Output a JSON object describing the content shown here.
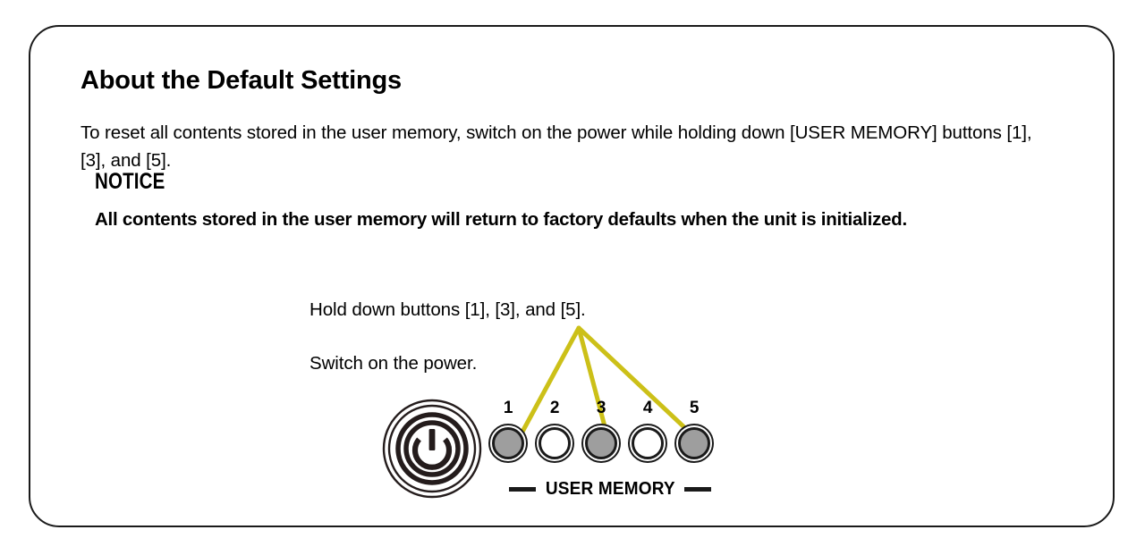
{
  "document": {
    "title": "About the Default Settings",
    "intro": "To reset all contents stored in the user memory, switch on the power while holding down [USER MEMORY] buttons [1], [3], and [5].",
    "notice": {
      "heading": "NOTICE",
      "body": "All contents stored in the user memory will return to factory defaults when the unit is initialized."
    }
  },
  "illustration": {
    "callouts": {
      "hold": "Hold down buttons [1], [3], and [5].",
      "switch": "Switch on the power."
    },
    "power_button": {
      "icon": "power-symbol-icon"
    },
    "user_memory": {
      "label": "USER MEMORY",
      "buttons": [
        {
          "number": "1",
          "pressed": true
        },
        {
          "number": "2",
          "pressed": false
        },
        {
          "number": "3",
          "pressed": true
        },
        {
          "number": "4",
          "pressed": false
        },
        {
          "number": "5",
          "pressed": true
        }
      ]
    },
    "colors": {
      "leader_line": "#ccc018",
      "pressed_fill": "#9e9e9e",
      "ink": "#1a1a1a"
    }
  }
}
